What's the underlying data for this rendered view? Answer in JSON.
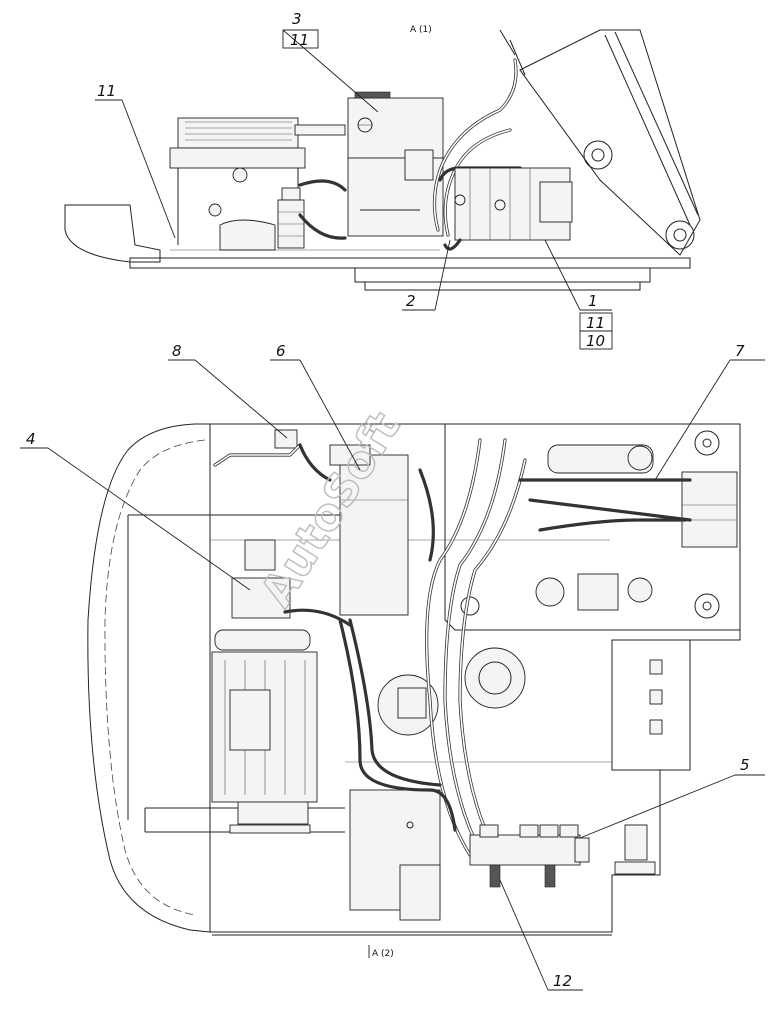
{
  "view_labels": {
    "top": "A (1)",
    "bottom": "A (2)"
  },
  "watermark": "AutoSoft",
  "callouts": {
    "c1": "1",
    "c2": "2",
    "c3": "3",
    "c3_sub": "11",
    "c4": "4",
    "c5": "5",
    "c6": "6",
    "c7": "7",
    "c8": "8",
    "c10": "10",
    "c11_top": "11",
    "c11_mid": "11",
    "c12": "12"
  }
}
